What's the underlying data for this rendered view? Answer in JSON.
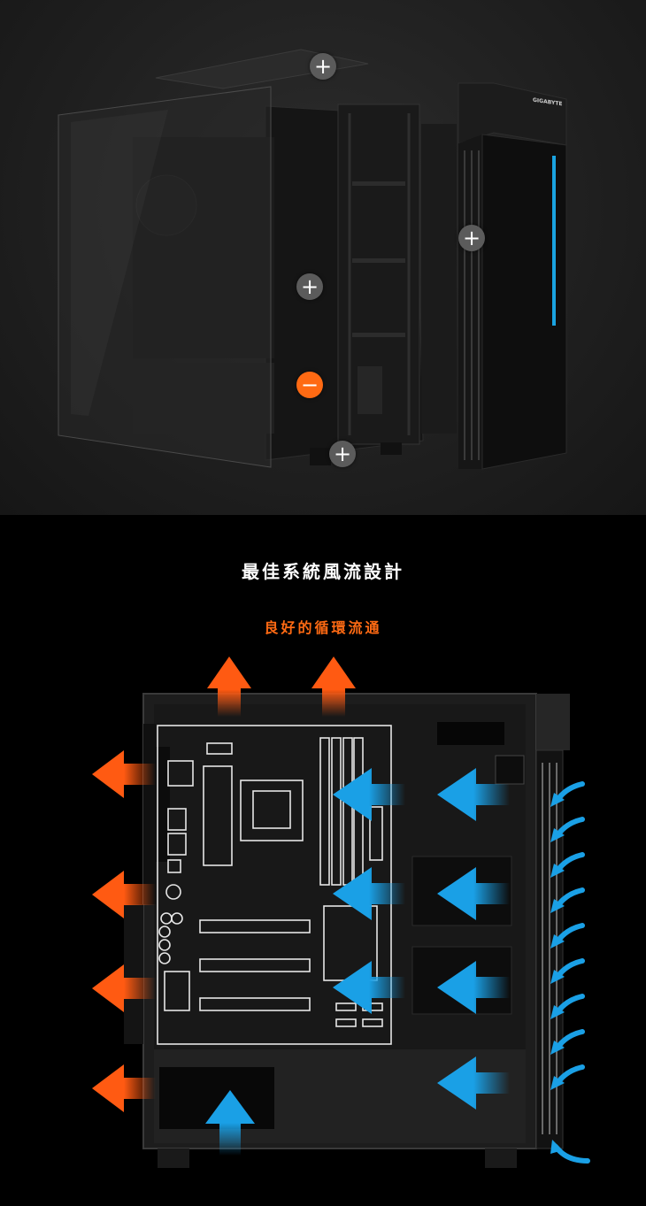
{
  "hero": {
    "hotspots": [
      {
        "name": "hotspot-top-dust-filter",
        "kind": "plus",
        "symbol": "+"
      },
      {
        "name": "hotspot-front-panel",
        "kind": "plus",
        "symbol": "+"
      },
      {
        "name": "hotspot-side-panel",
        "kind": "plus",
        "symbol": "+"
      },
      {
        "name": "hotspot-psu-shroud",
        "kind": "minus",
        "symbol": "−"
      },
      {
        "name": "hotspot-bottom-filter",
        "kind": "plus",
        "symbol": "+"
      }
    ],
    "brand_logo": "GIGABYTE",
    "colors": {
      "accent_plus": "#5b5b5b",
      "accent_minus": "#ff6a13",
      "front_led": "#1aa3e0"
    }
  },
  "airflow": {
    "title": "最佳系統風流設計",
    "subtitle": "良好的循環流通",
    "colors": {
      "exhaust": "#ff5a12",
      "intake": "#1aa0e6",
      "title": "#ffffff",
      "subtitle": "#ff6a13"
    },
    "icons": {
      "exhaust": "exhaust-arrow-icon",
      "intake": "intake-arrow-icon",
      "front_intake": "curved-intake-arrow-icon"
    }
  }
}
